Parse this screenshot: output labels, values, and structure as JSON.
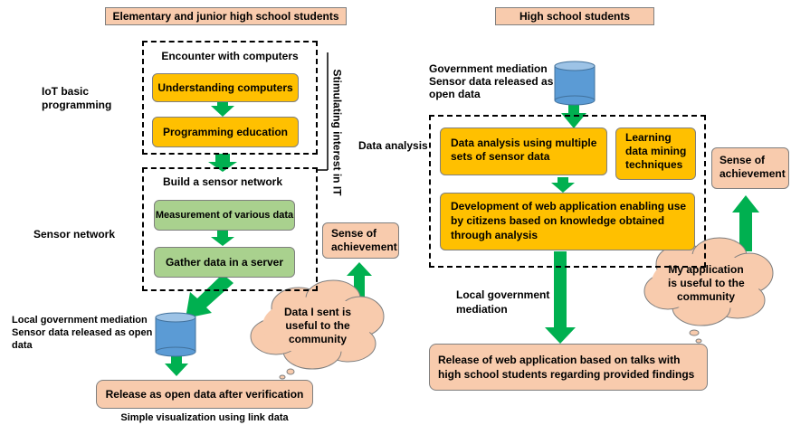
{
  "left": {
    "header": "Elementary and junior high school students",
    "iot_label": "IoT basic\nprogramming",
    "encounter": "Encounter with computers",
    "understanding": "Understanding computers",
    "programming": "Programming education",
    "build_network": "Build a sensor network",
    "measurement": "Measurement of various data",
    "gather": "Gather data in a server",
    "sensor_network_label": "Sensor network",
    "stimulating": "Stimulating interest in IT",
    "sense_achievement": "Sense of\nachievement",
    "cloud_text": "Data I sent is\nuseful to the\ncommunity",
    "local_gov": "Local government mediation\nSensor data released as open\ndata",
    "release": "Release as open data after verification",
    "simple_vis": "Simple visualization using link data"
  },
  "right": {
    "header": "High school students",
    "gov_mediation": "Government mediation\nSensor data released as\nopen data",
    "data_analysis_label": "Data analysis",
    "analysis_box": "Data analysis using multiple\nsets of sensor data",
    "learning_box": "Learning\ndata mining\ntechniques",
    "development_box": "Development of web application enabling use\nby citizens based on knowledge obtained\nthrough analysis",
    "sense_achievement": "Sense of\nachievement",
    "cloud_text": "My application\nis useful to the\ncommunity",
    "local_gov": "Local government\nmediation",
    "release": "Release of web application based on talks with\nhigh school students regarding provided findings"
  },
  "colors": {
    "orange": "#ffc000",
    "peach": "#f8cbad",
    "green_box": "#a9d18e",
    "arrow": "#00b050",
    "database": "#5b9bd5"
  }
}
